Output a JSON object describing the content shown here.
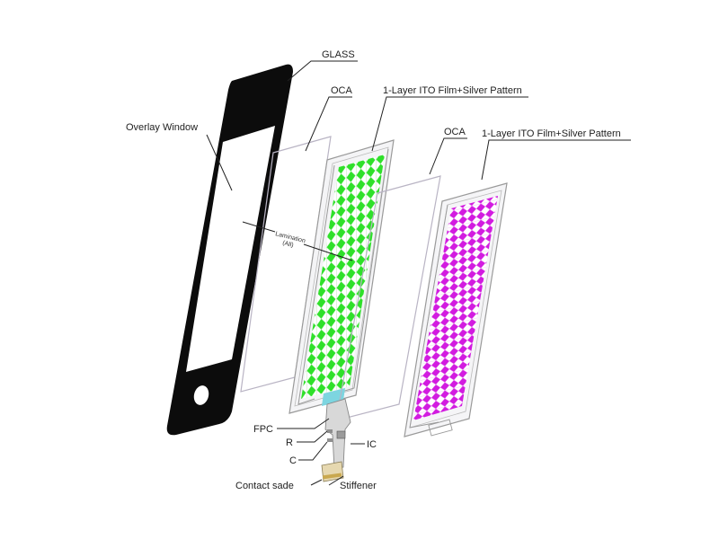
{
  "labels": {
    "glass": "GLASS",
    "oca_front": "OCA",
    "ito_front": "1-Layer  ITO Film+Silver  Pattern",
    "overlay_window": "Overlay  Window",
    "oca_rear": "OCA",
    "ito_rear": "1-Layer  ITO Film+Silver  Pattern",
    "lamination_line1": "Lamination",
    "lamination_line2": "(All)",
    "fpc": "FPC",
    "r": "R",
    "ic": "IC",
    "c": "C",
    "contact_side": "Contact  sade",
    "stiffener": "Stiffener"
  },
  "colors": {
    "glass_frame": "#0c0c0c",
    "film_outline": "#b9b4c4",
    "front_pattern": "#2fe02a",
    "rear_pattern": "#d21be0",
    "silver_trace": "#9a9a9a",
    "fpc": "#d8d8d8",
    "leader": "#222222"
  }
}
